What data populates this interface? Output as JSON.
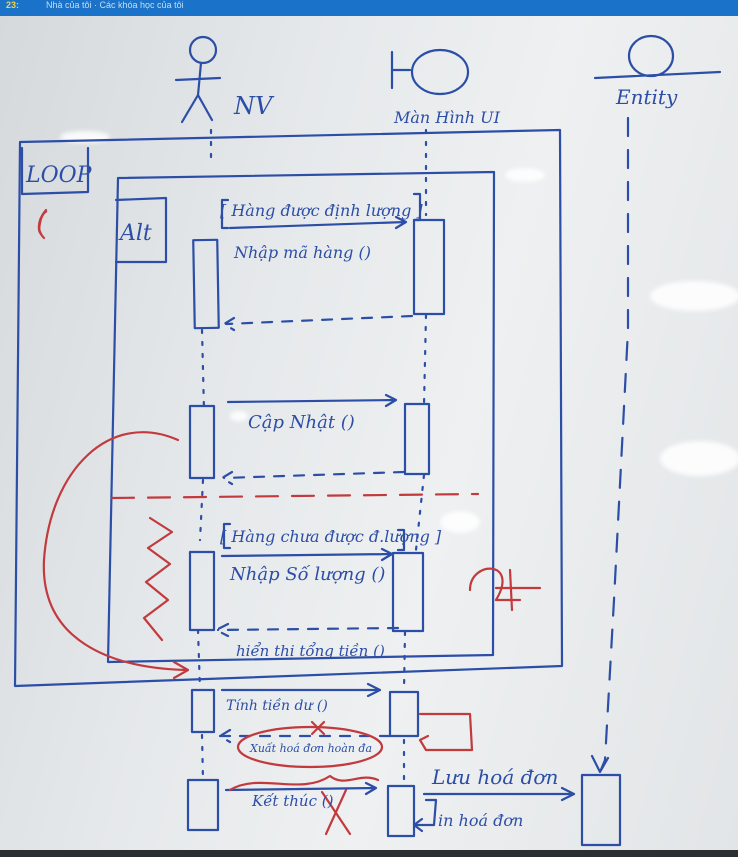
{
  "window": {
    "badge": "23:",
    "breadcrumb": "Nhà của tôi · Các khóa học của tôi"
  },
  "diagram": {
    "actors": {
      "nv": "NV",
      "screen": "Màn Hình UI",
      "entity": "Entity"
    },
    "frames": {
      "loop": "LOOP",
      "alt": "Alt"
    },
    "guards": {
      "counted": "[ Hàng được định lượng ]",
      "not_counted": "[ Hàng chưa được đ.lượng ]"
    },
    "messages": {
      "enter_code": "Nhập mã hàng ()",
      "update": "Cập Nhật ()",
      "enter_quantity": "Nhập Số lượng ()",
      "show_total": "hiển thị tổng tiền ()",
      "calc_change": "Tính tiền dư ()",
      "print_invoice_struck": "Xuất hoá đơn hoàn đa",
      "end": "Kết thúc ()",
      "save_invoice": "Lưu hoá đơn",
      "print_invoice": "in hoá đơn"
    },
    "annotations": {
      "paren": "(",
      "margin_note": "2+"
    },
    "colors": {
      "marker_blue": "#2c4ea6",
      "marker_red": "#c23a3e",
      "topbar": "#1a73c9"
    }
  }
}
